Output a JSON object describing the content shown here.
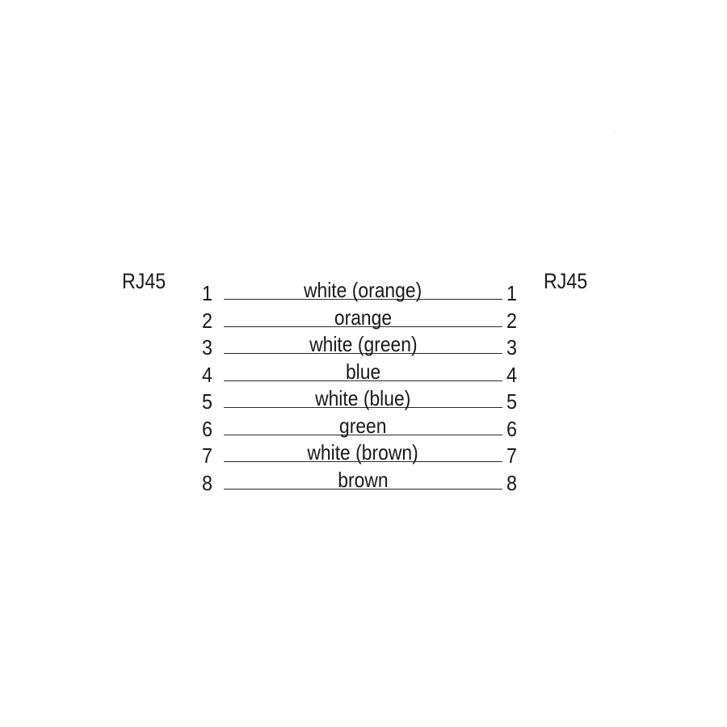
{
  "connectors": {
    "left": "RJ45",
    "right": "RJ45"
  },
  "wires": [
    {
      "left_pin": "1",
      "color": "white (orange)",
      "right_pin": "1"
    },
    {
      "left_pin": "2",
      "color": "orange",
      "right_pin": "2"
    },
    {
      "left_pin": "3",
      "color": "white (green)",
      "right_pin": "3"
    },
    {
      "left_pin": "4",
      "color": "blue",
      "right_pin": "4"
    },
    {
      "left_pin": "5",
      "color": "white (blue)",
      "right_pin": "5"
    },
    {
      "left_pin": "6",
      "color": "green",
      "right_pin": "6"
    },
    {
      "left_pin": "7",
      "color": "white (brown)",
      "right_pin": "7"
    },
    {
      "left_pin": "8",
      "color": "brown",
      "right_pin": "8"
    }
  ]
}
